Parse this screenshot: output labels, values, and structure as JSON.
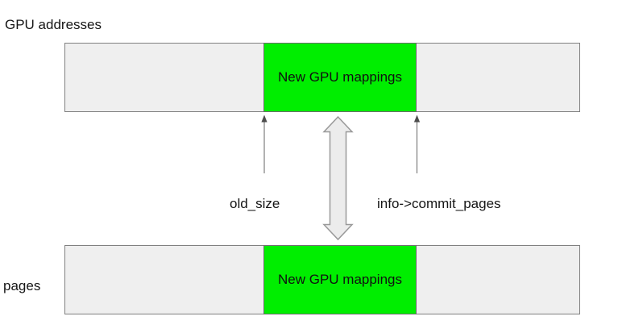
{
  "diagram": {
    "axis_labels": {
      "top": "GPU addresses",
      "bottom": "pages"
    },
    "bars": [
      {
        "name": "gpu-address-space",
        "highlight_label": "New GPU mappings"
      },
      {
        "name": "physical-pages",
        "highlight_label": "New GPU mappings"
      }
    ],
    "pointers": [
      {
        "label": "old_size",
        "points_to": "left edge of new GPU mappings region"
      },
      {
        "label": "info->commit_pages",
        "points_to": "right edge of new GPU mappings region"
      }
    ],
    "colors": {
      "highlight_fill": "#00ee00",
      "bar_fill": "#efefef",
      "bar_border": "#808080",
      "double_arrow_fill": "#ececec",
      "double_arrow_stroke": "#999999",
      "pointer_arrow": "#666666",
      "text": "#161616",
      "background": "#ffffff"
    }
  }
}
